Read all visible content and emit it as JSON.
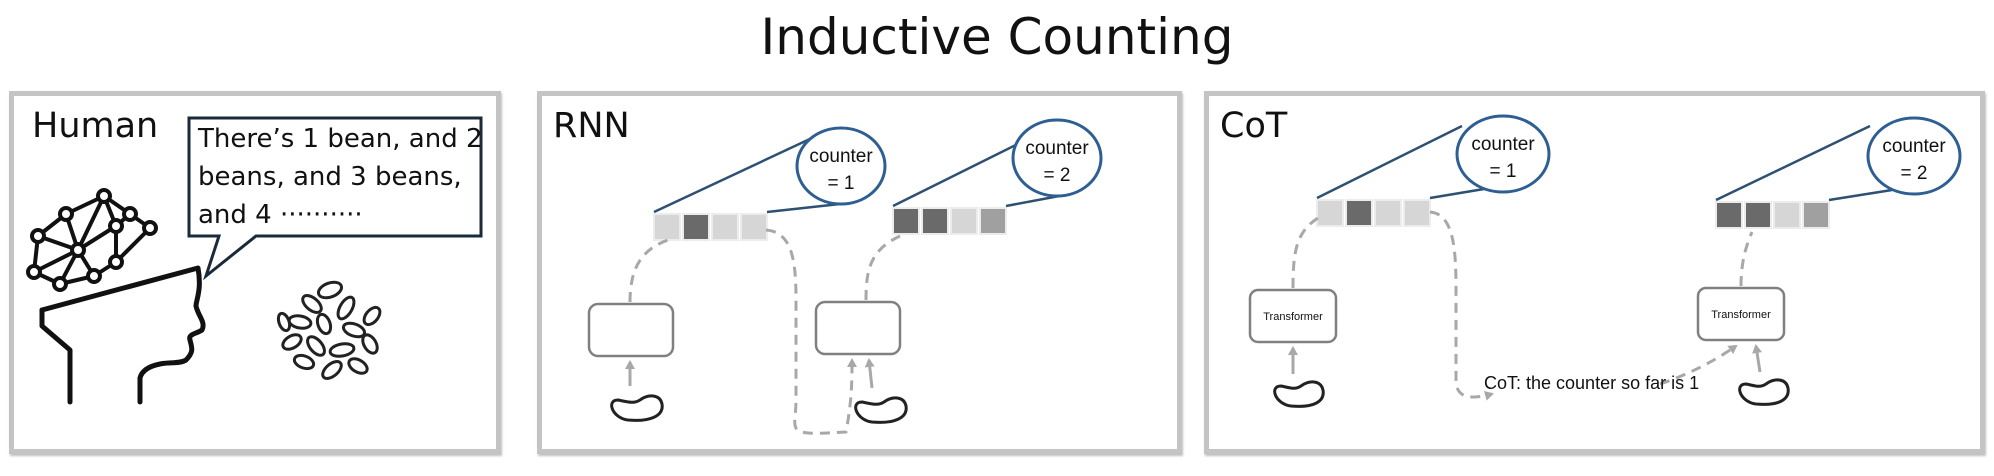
{
  "figure": {
    "title": "Inductive Counting"
  },
  "panels": {
    "human": {
      "label": "Human",
      "speech": "There’s 1 bean, and 2\nbeans, and 3 beans,\nand 4 ··········"
    },
    "rnn": {
      "label": "RNN",
      "counter_1": [
        "counter",
        "= 1"
      ],
      "counter_2": [
        "counter",
        "= 2"
      ]
    },
    "cot": {
      "label": "CoT",
      "counter_1": [
        "counter",
        "= 1"
      ],
      "counter_2": [
        "counter",
        "= 2"
      ],
      "transformer_label": "Transformer",
      "cot_caption": "CoT: the counter so far is 1"
    }
  },
  "colors": {
    "counter_outline": "#2d5f93",
    "connector": "#2d5073",
    "arrow_gray": "#a8a8a8",
    "cell_light": "#d6d6d6",
    "cell_dark": "#6a6a6a",
    "panel_border": "#c4c4c4"
  }
}
